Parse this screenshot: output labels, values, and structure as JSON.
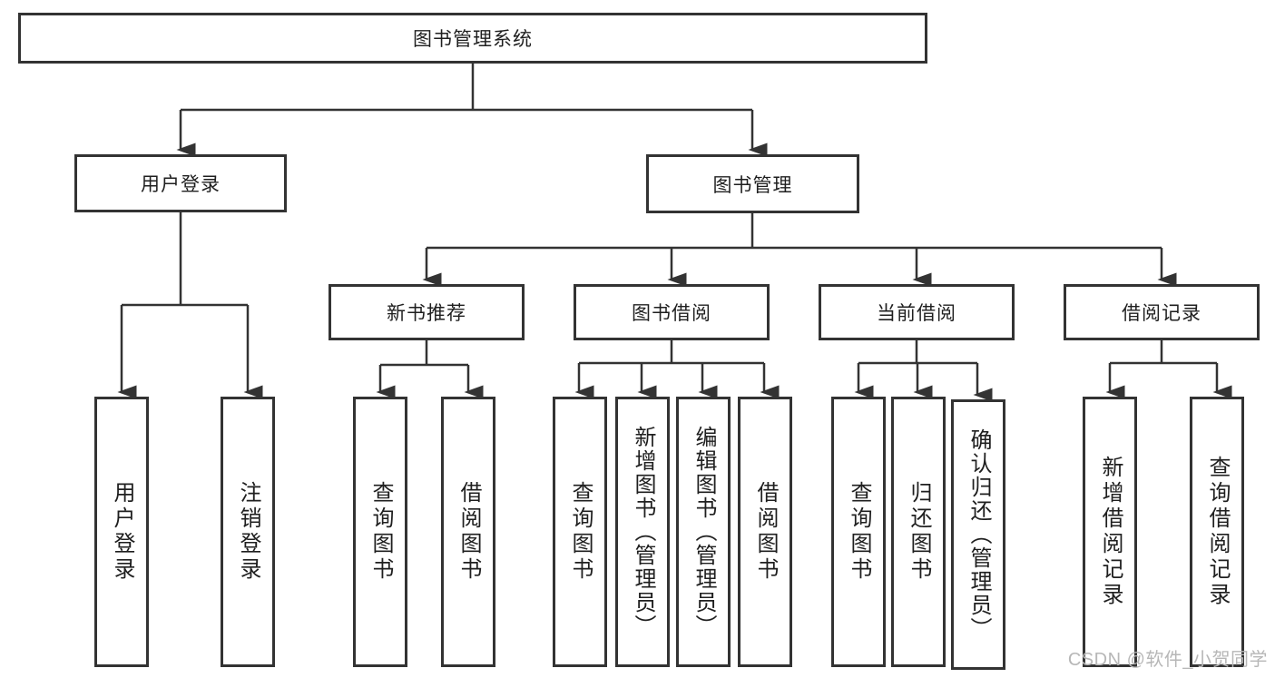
{
  "diagram": {
    "type": "hierarchy",
    "colors": {
      "line": "#333333",
      "text": "#1f1f1f",
      "background": "#ffffff",
      "watermark": "#b7b7b7"
    },
    "tree": {
      "label": "图书管理系统",
      "children": [
        {
          "label": "用户登录",
          "children": [
            {
              "label": "用户登录"
            },
            {
              "label": "注销登录"
            }
          ]
        },
        {
          "label": "图书管理",
          "children": [
            {
              "label": "新书推荐",
              "children": [
                {
                  "label": "查询图书"
                },
                {
                  "label": "借阅图书"
                }
              ]
            },
            {
              "label": "图书借阅",
              "children": [
                {
                  "label": "查询图书"
                },
                {
                  "label": "新增图书（管理员）"
                },
                {
                  "label": "编辑图书（管理员）"
                },
                {
                  "label": "借阅图书"
                }
              ]
            },
            {
              "label": "当前借阅",
              "children": [
                {
                  "label": "查询图书"
                },
                {
                  "label": "归还图书"
                },
                {
                  "label": "确认归还（管理员）"
                }
              ]
            },
            {
              "label": "借阅记录",
              "children": [
                {
                  "label": "新增借阅记录"
                },
                {
                  "label": "查询借阅记录"
                }
              ]
            }
          ]
        }
      ]
    },
    "watermark": {
      "text": "CSDN @软件_小贺同学"
    }
  }
}
